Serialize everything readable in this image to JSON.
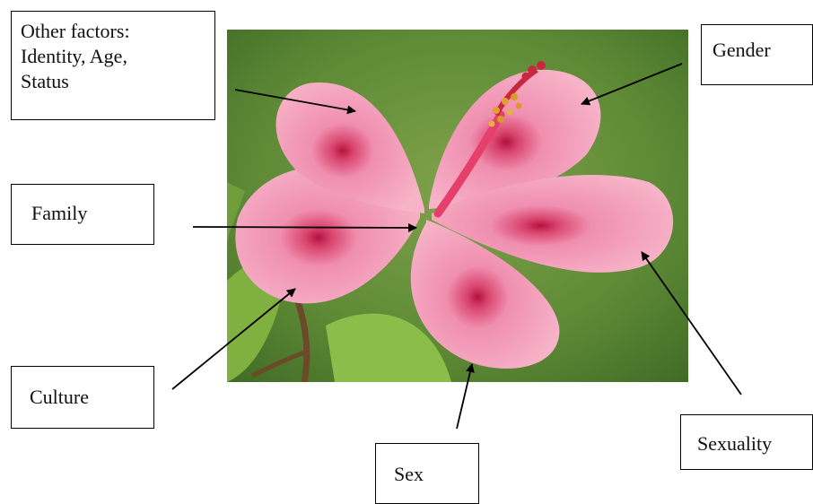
{
  "labels": {
    "other_factors": [
      "Other factors:",
      "Identity, Age,",
      "Status"
    ],
    "gender": "Gender",
    "family": "Family",
    "culture": "Culture",
    "sex": "Sex",
    "sexuality": "Sexuality"
  },
  "colors": {
    "petal": "#f29bb8",
    "petal_light": "#f7b7cc",
    "petal_center": "#c21f4a",
    "background_green": "#5f8a3a",
    "leaf": "#7fae3f",
    "stem": "#6b4a2a"
  },
  "image_subject": "pink hibiscus flower"
}
